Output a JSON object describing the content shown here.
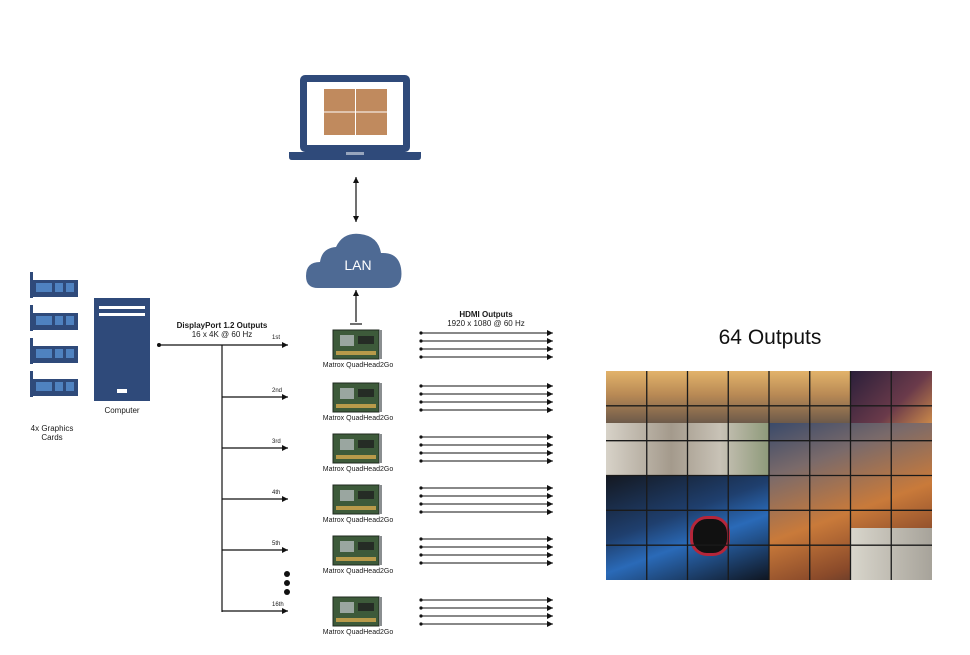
{
  "computer": {
    "label": "Computer",
    "cards_label_line1": "4x Graphics",
    "cards_label_line2": "Cards",
    "cards_count": 4
  },
  "laptop": {
    "icon": "laptop-icon"
  },
  "lan": {
    "label": "LAN",
    "icon": "cloud-icon"
  },
  "displayport": {
    "line1": "DisplayPort 1.2 Outputs",
    "line2": "16 x 4K @ 60 Hz"
  },
  "hdmi": {
    "line1": "HDMI Outputs",
    "line2": "1920 x 1080 @ 60 Hz"
  },
  "units": [
    {
      "ordinal": "1st",
      "label": "Matrox QuadHead2Go",
      "outputs": 4
    },
    {
      "ordinal": "2nd",
      "label": "Matrox QuadHead2Go",
      "outputs": 4
    },
    {
      "ordinal": "3rd",
      "label": "Matrox QuadHead2Go",
      "outputs": 4
    },
    {
      "ordinal": "4th",
      "label": "Matrox QuadHead2Go",
      "outputs": 4
    },
    {
      "ordinal": "5th",
      "label": "Matrox QuadHead2Go",
      "outputs": 4
    },
    {
      "ordinal": "16th",
      "label": "Matrox QuadHead2Go",
      "outputs": 4
    }
  ],
  "wall": {
    "title": "64 Outputs",
    "cols": 8,
    "rows": 6,
    "colors": {
      "sky": "#c99a5a",
      "city": "#8a6b4d",
      "chart": "#3a2a4a",
      "room": "#b9b4aa",
      "rail": "#c96a2a",
      "car": "#1d5aa6",
      "dark": "#2b2f38"
    }
  },
  "colors": {
    "navy": "#2f4a7a",
    "lan_cloud": "#4e6a94",
    "laptop_screen": "#c08a5e",
    "card_board": "#4f82c0",
    "line": "#111111"
  }
}
